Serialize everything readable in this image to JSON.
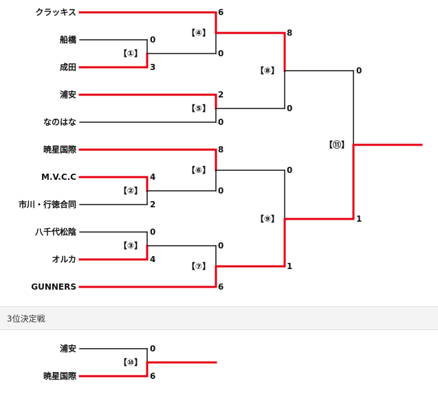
{
  "main_bracket": {
    "teams": [
      "クラッキス",
      "船橋",
      "成田",
      "浦安",
      "なのはな",
      "暁星国際",
      "M.V.C.C",
      "市川・行徳合同",
      "八千代松陰",
      "オルカ",
      "GUNNERS"
    ],
    "games": {
      "g1": {
        "label": "【①】",
        "scores": [
          "0",
          "3"
        ]
      },
      "g2": {
        "label": "【②】",
        "scores": [
          "4",
          "2"
        ]
      },
      "g3": {
        "label": "【③】",
        "scores": [
          "0",
          "4"
        ]
      },
      "g4": {
        "label": "【④】",
        "scores": [
          "6",
          "0"
        ]
      },
      "g5": {
        "label": "【⑤】",
        "scores": [
          "2",
          "0"
        ]
      },
      "g6": {
        "label": "【⑥】",
        "scores": [
          "8",
          "0"
        ]
      },
      "g7": {
        "label": "【⑦】",
        "scores": [
          "0",
          "6"
        ]
      },
      "g8": {
        "label": "【⑧】",
        "scores": [
          "8",
          "0"
        ]
      },
      "g9": {
        "label": "【⑨】",
        "scores": [
          "0",
          "1"
        ]
      },
      "g11": {
        "label": "【⑪】",
        "scores": [
          "0",
          "1"
        ]
      }
    }
  },
  "third_place": {
    "title": "3位決定戦",
    "teams": [
      "浦安",
      "暁星国際"
    ],
    "game": {
      "label": "【⑩】",
      "scores": [
        "0",
        "6"
      ]
    }
  },
  "colors": {
    "winner_line": "#e60012",
    "loser_line": "#111111"
  }
}
